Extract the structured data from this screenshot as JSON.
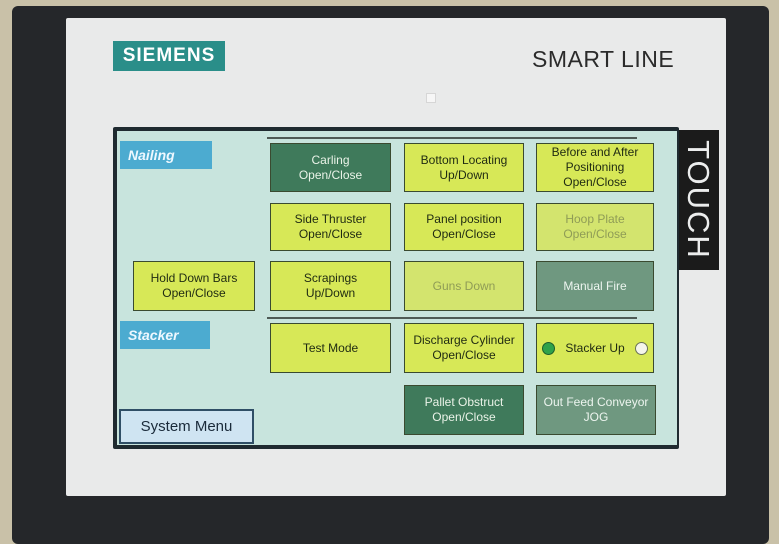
{
  "device": {
    "brand": "SIEMENS",
    "model": "SMART LINE",
    "touch_label": "TOUCH"
  },
  "sections": {
    "nailing": "Nailing",
    "stacker": "Stacker"
  },
  "buttons": {
    "carling": "Carling\nOpen/Close",
    "bottom_locating": "Bottom Locating\nUp/Down",
    "before_after_positioning": "Before and After\nPositioning\nOpen/Close",
    "side_thruster": "Side Thruster\nOpen/Close",
    "panel_position": "Panel position\nOpen/Close",
    "hoop_plate": "Hoop Plate\nOpen/Close",
    "hold_down_bars": "Hold Down Bars\nOpen/Close",
    "scrapings": "Scrapings\nUp/Down",
    "guns_down": "Guns Down",
    "manual_fire": "Manual Fire",
    "test_mode": "Test Mode",
    "discharge_cylinder": "Discharge Cylinder\nOpen/Close",
    "stacker_up": "Stacker Up",
    "pallet_obstruct": "Pallet Obstruct\nOpen/Close",
    "out_feed_conveyor": "Out Feed Conveyor\nJOG",
    "system_menu": "System Menu"
  },
  "colors": {
    "display_bg": "#c8e4dd",
    "button_yellow": "#d7e857",
    "button_dark_green": "#3f7a5b",
    "section_blue": "#4cabd0",
    "brand_teal": "#2a8e89"
  }
}
